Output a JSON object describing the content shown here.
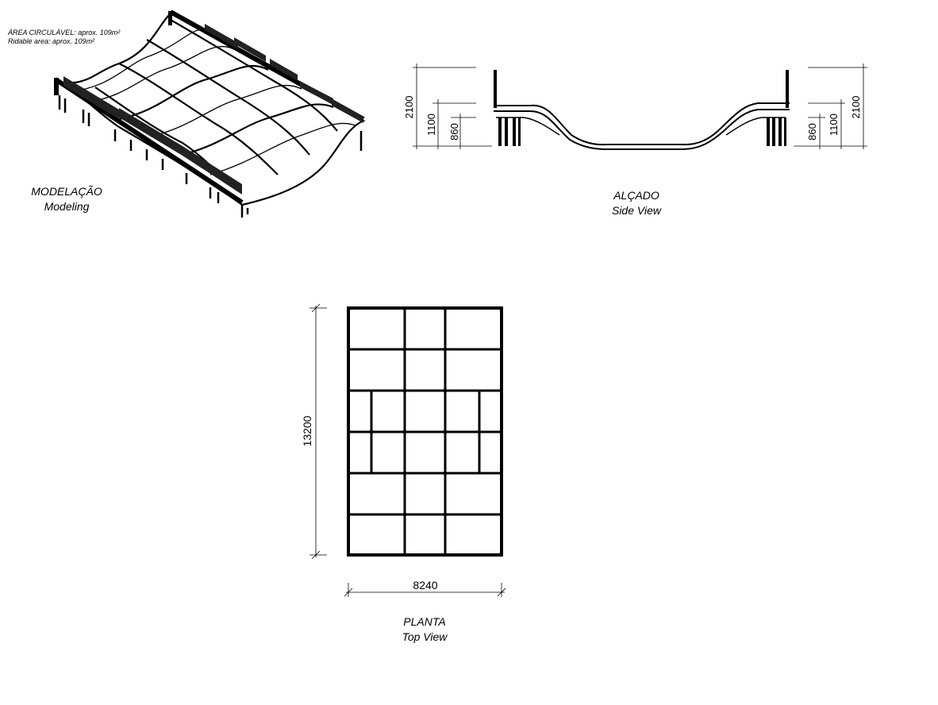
{
  "area_note": {
    "line1": "ÁREA CIRCULÁVEL: aprox. 109m²",
    "line2": "Ridable area: aprox. 109m²"
  },
  "modeling": {
    "title_pt": "MODELAÇÃO",
    "title_en": "Modeling"
  },
  "side_view": {
    "title_pt": "ALÇADO",
    "title_en": "Side View",
    "dims": [
      "2100",
      "1100",
      "860"
    ]
  },
  "top_view": {
    "title_pt": "PLANTA",
    "title_en": "Top View",
    "height_dim": "13200",
    "width_dim": "8240"
  }
}
